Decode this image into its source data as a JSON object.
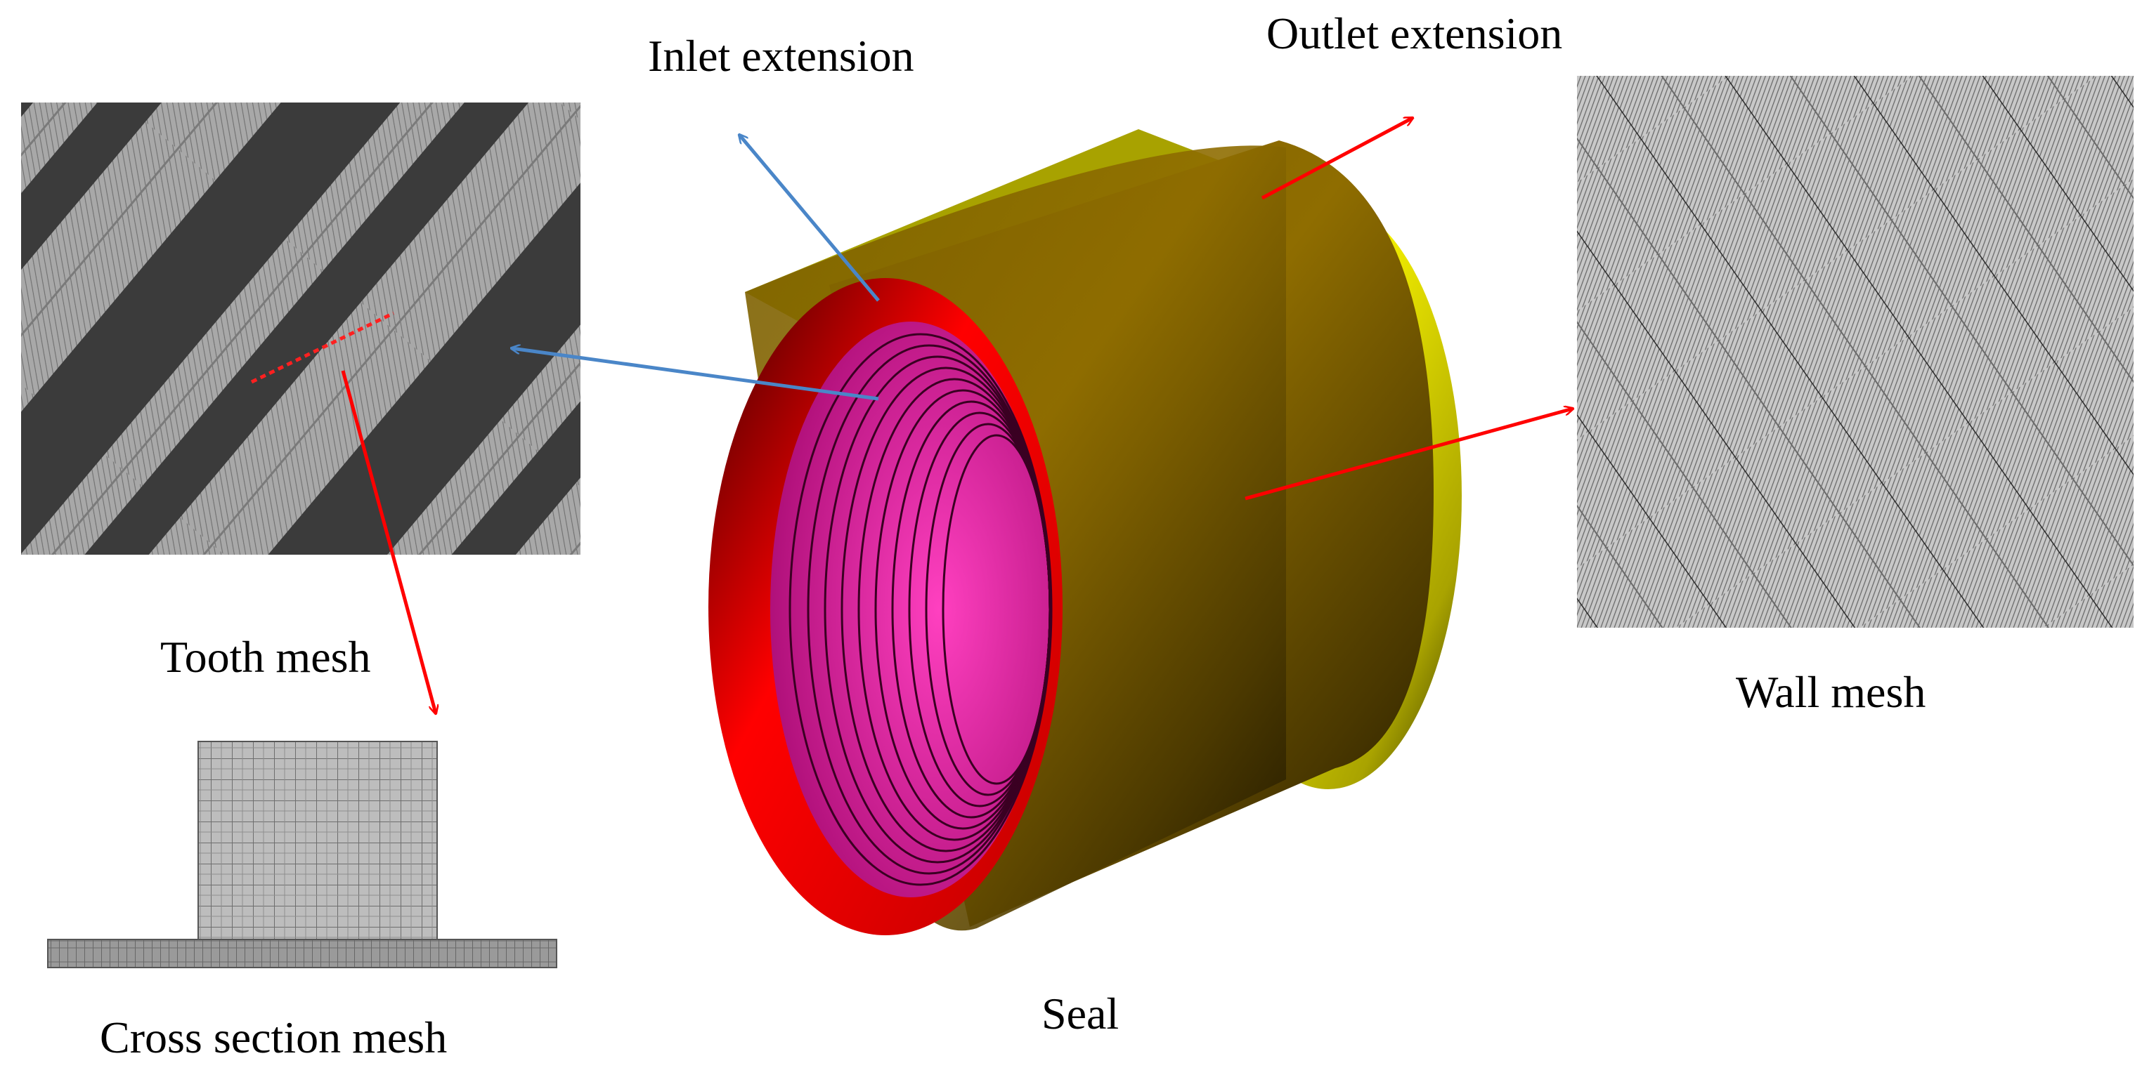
{
  "labels": {
    "inlet_extension": "Inlet extension",
    "outlet_extension": "Outlet extension",
    "tooth_mesh": "Tooth mesh",
    "cross_section_mesh": "Cross section mesh",
    "seal": "Seal",
    "wall_mesh": "Wall mesh"
  },
  "colors": {
    "inlet_ring": "#ff0000",
    "outlet_ring": "#f2f200",
    "seal_body": "#8a6a00",
    "grooves": "#e0189a",
    "blue_arrow": "#4a86c8",
    "red_arrow": "#ff0000",
    "mesh_dark": "#3a3a3a",
    "mesh_light": "#b0b0b0"
  },
  "icons": {
    "arrows": [
      "inlet-arrow-icon",
      "outlet-arrow-icon",
      "wall-arrow-icon",
      "tooth-arrow-icon",
      "cross-section-arrow-icon"
    ]
  }
}
